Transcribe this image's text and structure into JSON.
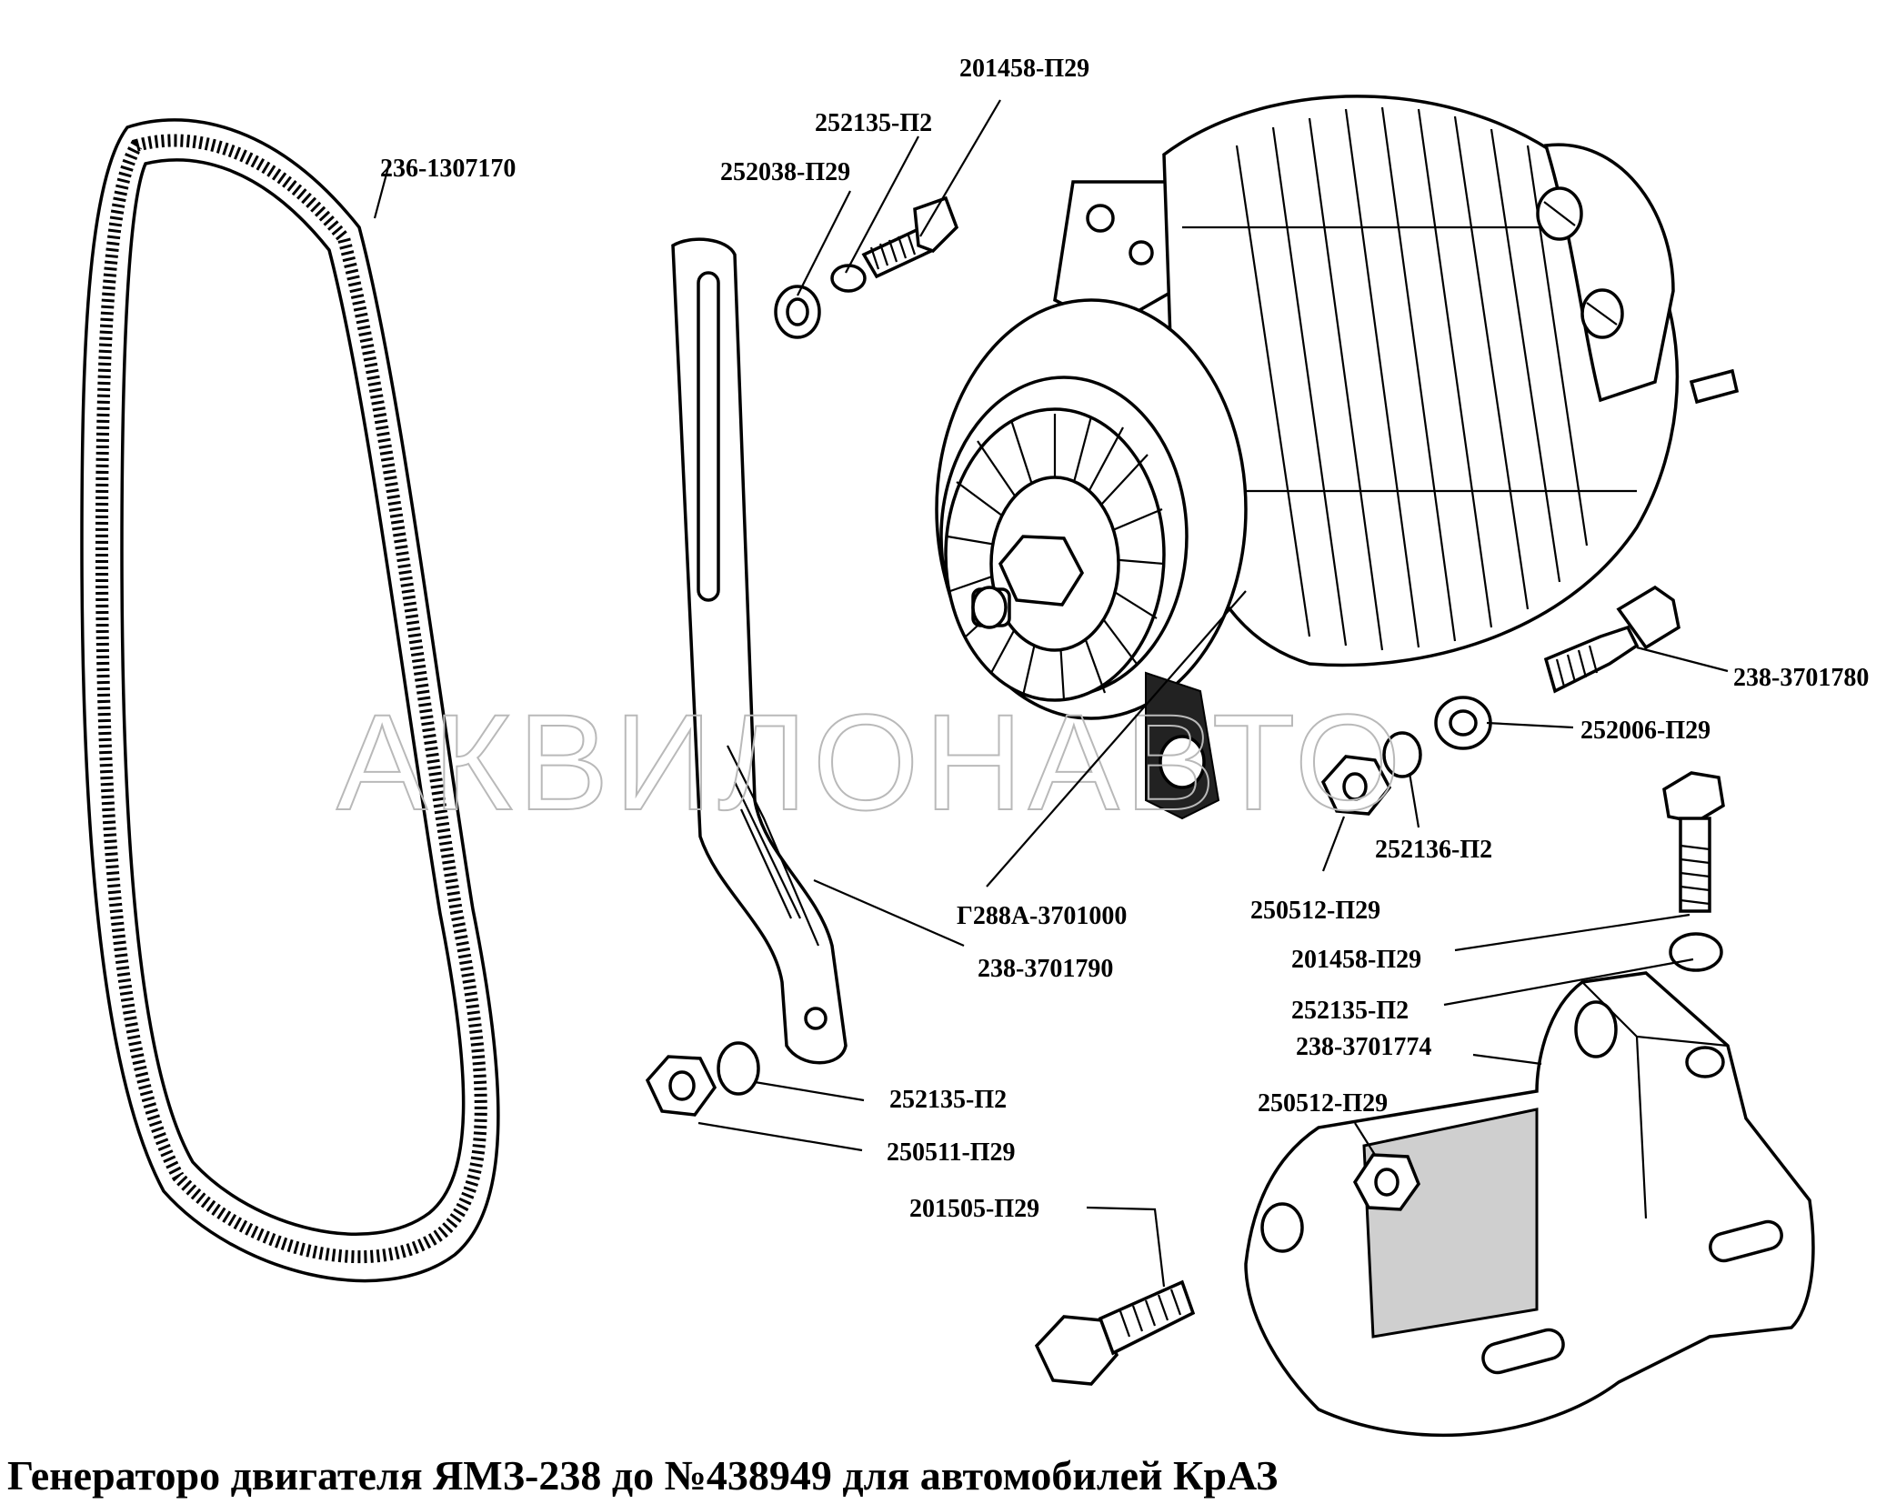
{
  "title": "Генераторо двигателя ЯМЗ-238 до №438949 для автомобилей КрАЗ",
  "watermark": "АКВИЛОНАВТО",
  "parts": {
    "belt": "236-1307170",
    "bolt_top": "201458-П29",
    "lockwasher_top": "252135-П2",
    "washer_top": "252038-П29",
    "bracket_pin": "238-3701780",
    "washer_right": "252006-П29",
    "lockwasher_right": "252136-П2",
    "generator": "Г288А-3701000",
    "nut_right": "250512-П29",
    "bolt_right": "201458-П29",
    "strap": "238-3701790",
    "lockwasher_mount": "252135-П2",
    "mount_bracket": "238-3701774",
    "nut_mount": "250512-П29",
    "lockwasher_left": "252135-П2",
    "nut_left": "250511-П29",
    "bolt_bottom": "201505-П29"
  },
  "colors": {
    "line": "#000000",
    "watermark": "#b9b9b9",
    "background": "#ffffff"
  }
}
